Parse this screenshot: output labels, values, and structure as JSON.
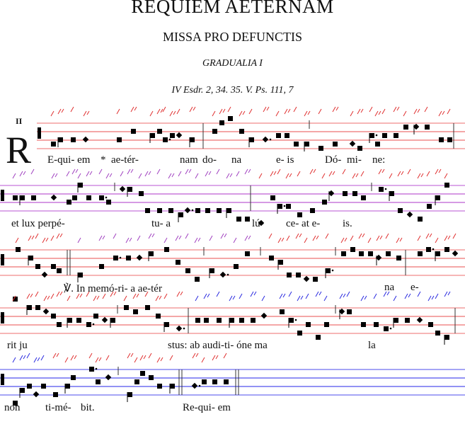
{
  "header": {
    "title": "REQUIEM AETERNAM",
    "subtitle": "MISSA PRO DEFUNCTIS",
    "book": "GRADUALIA I",
    "source": "IV Esdr. 2, 34. 35. V. Ps. 111, 7"
  },
  "mode": "II",
  "initial": "R",
  "lyrics": {
    "line1": [
      "E-qui- em",
      "*",
      "ae-tér-",
      "nam",
      "do-",
      "na",
      "e- is",
      "Dó-",
      "mi-",
      "ne:"
    ],
    "line2": [
      "et lux perpé-",
      "tu- a",
      "lú-",
      "ce- at e-",
      "is."
    ],
    "line3": [
      "℣. In memó-ri- a ae-tér",
      "na",
      "e-"
    ],
    "line4": [
      "rit ju",
      "stus: ab audi-ti- óne ma",
      "la"
    ],
    "line5": [
      "non",
      "ti-mé-",
      "bit.",
      "Re-qui- em"
    ]
  },
  "colors": {
    "staff_red": "#f08a8a",
    "staff_violet": "#c878dc",
    "staff_blue": "#6f6ff0",
    "neume_red": "#e03030",
    "neume_violet": "#a040c0",
    "neume_blue": "#2a2ae0",
    "notes": "#000000"
  }
}
